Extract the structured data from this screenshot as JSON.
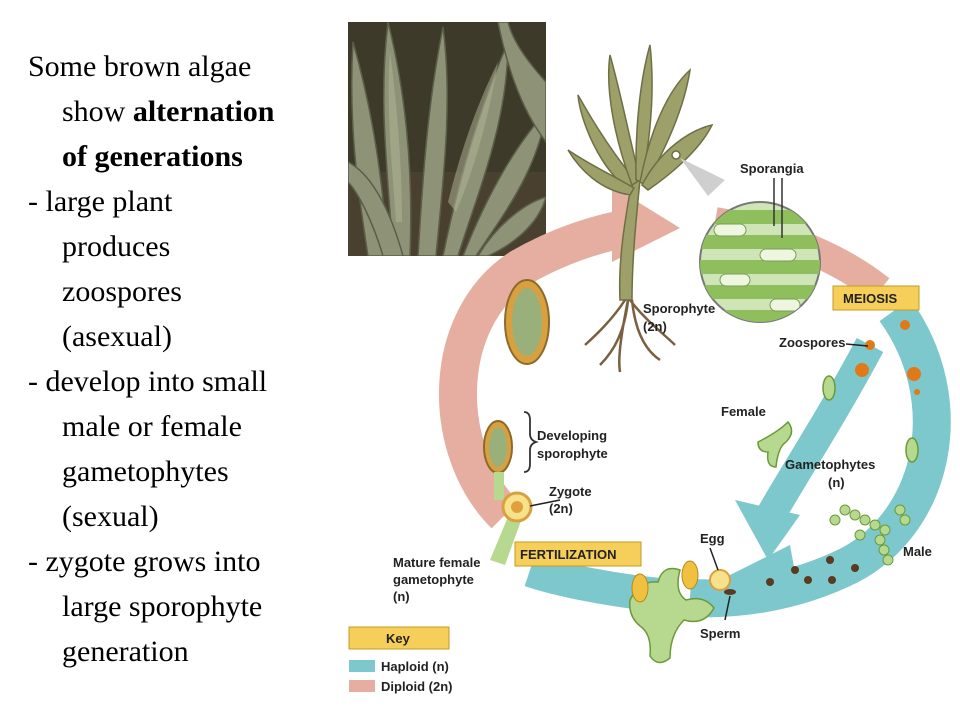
{
  "intro": {
    "line1": "Some brown algae",
    "line2_prefix": "show ",
    "line2_bold": "alternation",
    "line3_bold": "of generations"
  },
  "points": [
    [
      "- large plant",
      "produces",
      "zoospores",
      "(asexual)"
    ],
    [
      "- develop into small",
      "male or female",
      "gametophytes",
      "(sexual)"
    ],
    [
      "- zygote grows into",
      "large sporophyte",
      "generation"
    ]
  ],
  "diagram": {
    "sporangia": "Sporangia",
    "meiosis": "MEIOSIS",
    "sporophyte": "Sporophyte",
    "sporophyte_ploidy": "(2n)",
    "zoospores": "Zoospores",
    "female": "Female",
    "gametophytes": "Gametophytes",
    "gametophytes_ploidy": "(n)",
    "developing": "Developing",
    "sporophyte2": "sporophyte",
    "zygote": "Zygote",
    "zygote_ploidy": "(2n)",
    "egg": "Egg",
    "male": "Male",
    "fertilization": "FERTILIZATION",
    "mature_female_1": "Mature female",
    "mature_female_2": "gametophyte",
    "mature_female_ploidy": "(n)",
    "sperm": "Sperm"
  },
  "key": {
    "title": "Key",
    "haploid": "Haploid (n)",
    "diploid": "Diploid (2n)"
  },
  "colors": {
    "haploid": "#7cc8cc",
    "diploid": "#e5aea0",
    "label_box": "#f5cf5a",
    "kelp": "#9ea06a",
    "cell_green": "#9acb6a"
  }
}
